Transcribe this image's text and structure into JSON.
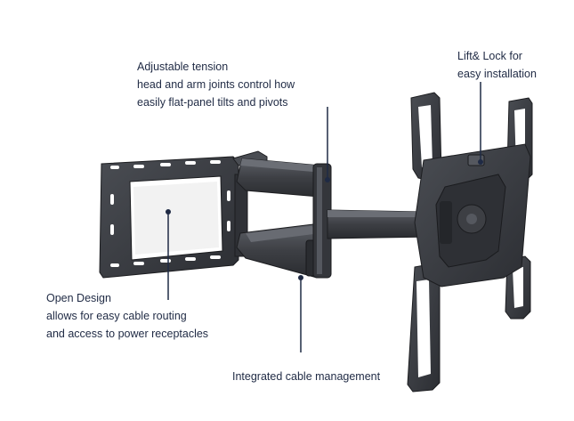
{
  "callouts": {
    "tension": {
      "lines": [
        "Adjustable tension",
        "head and arm joints control how",
        "easily flat-panel tilts and pivots"
      ]
    },
    "lift_lock": {
      "lines": [
        "Lift& Lock for",
        "easy installation"
      ]
    },
    "open_design": {
      "lines": [
        "Open Design",
        "allows for easy cable routing",
        "and access to power receptacles"
      ]
    },
    "cable": {
      "lines": [
        "Integrated cable management"
      ]
    }
  },
  "colors": {
    "metal": "#3d3f44",
    "metal_dark": "#24262a",
    "metal_light": "#5d6067",
    "leader": "#1f2a44",
    "text": "#1f2a44"
  }
}
